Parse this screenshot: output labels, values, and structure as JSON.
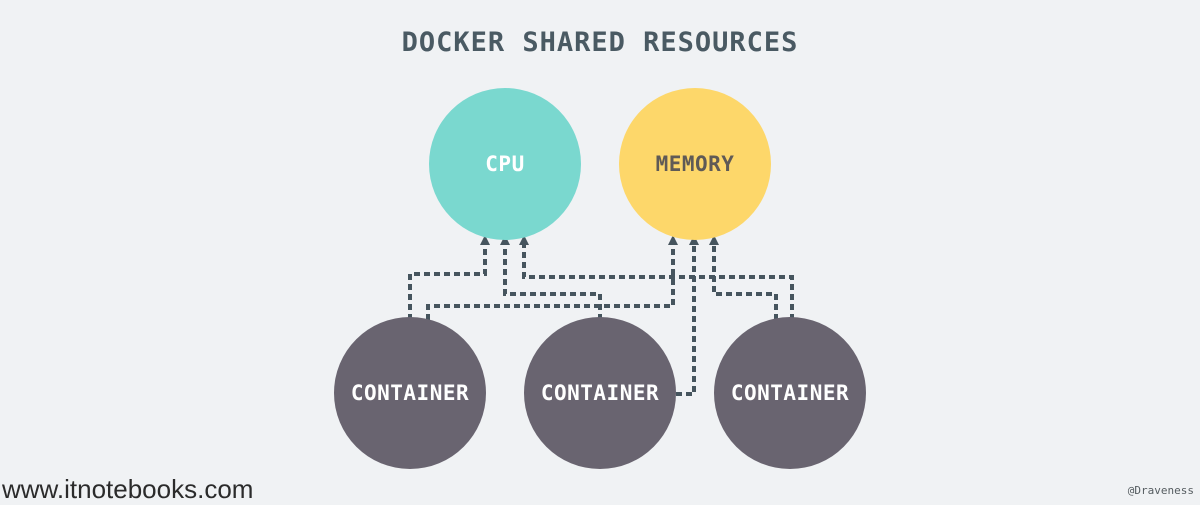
{
  "title": "DOCKER SHARED RESOURCES",
  "colors": {
    "background": "#f0f2f4",
    "cpu": "#7ad8cf",
    "memory": "#fdd76a",
    "container": "#696470",
    "connector": "#46555e",
    "title": "#4a5a63"
  },
  "resources": [
    {
      "id": "cpu",
      "label": "CPU"
    },
    {
      "id": "memory",
      "label": "MEMORY"
    }
  ],
  "containers": [
    {
      "id": "container-1",
      "label": "CONTAINER"
    },
    {
      "id": "container-2",
      "label": "CONTAINER"
    },
    {
      "id": "container-3",
      "label": "CONTAINER"
    }
  ],
  "connections": [
    {
      "from": "container-1",
      "to": "cpu",
      "style": "dashed"
    },
    {
      "from": "container-1",
      "to": "memory",
      "style": "dashed"
    },
    {
      "from": "container-2",
      "to": "cpu",
      "style": "dashed"
    },
    {
      "from": "container-2",
      "to": "memory",
      "style": "dashed"
    },
    {
      "from": "container-3",
      "to": "cpu",
      "style": "dashed"
    },
    {
      "from": "container-3",
      "to": "memory",
      "style": "dashed"
    }
  ],
  "watermarks": {
    "left": "www.itnotebooks.com",
    "right": "@Draveness"
  }
}
